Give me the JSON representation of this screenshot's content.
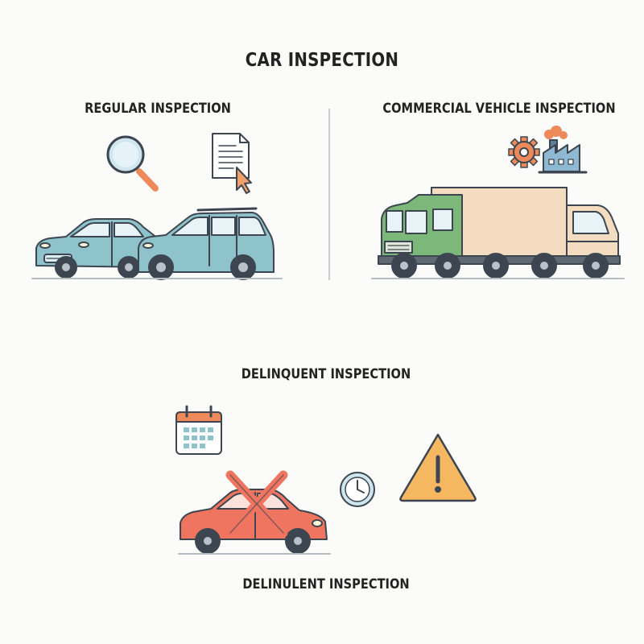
{
  "title": "CAR INSPECTION",
  "sections": {
    "regular": {
      "label": "REGULAR INSPECTION"
    },
    "commercial": {
      "label": "COMMERCIAL VEHICLE INSPECTION"
    },
    "delinquent": {
      "label": "DELINQUENT INSPECTION"
    },
    "delinulent": {
      "label": "DELINULENT INSPECTION"
    }
  },
  "icons": {
    "regular": [
      "magnifier-icon",
      "document-cursor-icon",
      "sedan-icon",
      "suv-icon"
    ],
    "commercial": [
      "gear-icon",
      "factory-icon",
      "truck-icon"
    ],
    "delinquent": [
      "calendar-icon",
      "crossed-car-icon",
      "clock-icon",
      "warning-icon"
    ]
  },
  "colors": {
    "car_teal": "#8fc3cc",
    "truck_green": "#7cb87a",
    "truck_box": "#f3dcc0",
    "accent_orange": "#ee8a5a",
    "car_red": "#ef7560",
    "warning_yellow": "#f5b860",
    "outline": "#3d4650"
  }
}
